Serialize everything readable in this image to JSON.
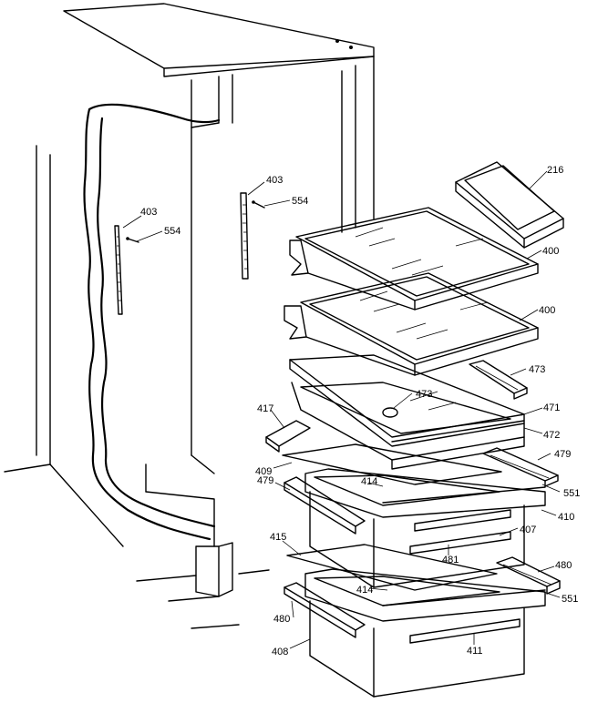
{
  "parts": {
    "p216": "216",
    "p400a": "400",
    "p400b": "400",
    "p403a": "403",
    "p403b": "403",
    "p554a": "554",
    "p554b": "554",
    "p473a": "473",
    "p473b": "473",
    "p471": "471",
    "p472": "472",
    "p417": "417",
    "p479a": "479",
    "p479b": "479",
    "p409": "409",
    "p414a": "414",
    "p414b": "414",
    "p551a": "551",
    "p551b": "551",
    "p410": "410",
    "p407": "407",
    "p415": "415",
    "p481": "481",
    "p480a": "480",
    "p480b": "480",
    "p408": "408",
    "p411": "411"
  }
}
